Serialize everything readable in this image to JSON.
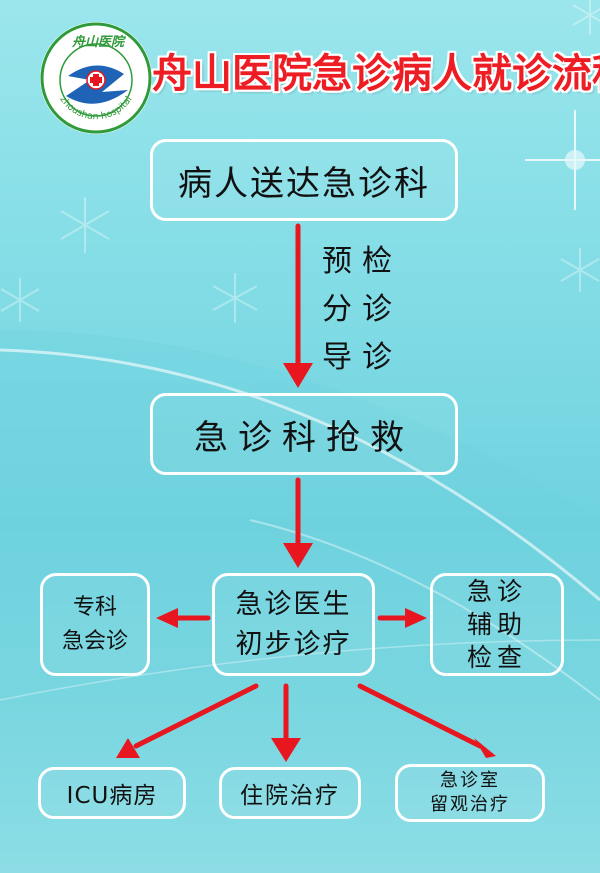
{
  "title": "舟山医院急诊病人就诊流程",
  "logo": {
    "top_text": "舟山医院",
    "ring_text": "zhoushan hospital",
    "icon": "hospital-cross-logo"
  },
  "flow": {
    "step1": "病人送达急诊科",
    "step1_notes": [
      "预检",
      "分诊",
      "导诊"
    ],
    "step2": "急诊科抢救",
    "step3_lines": [
      "急诊医生",
      "初步诊疗"
    ],
    "left_lines": [
      "专科",
      "急会诊"
    ],
    "right_lines": [
      "急诊",
      "辅助",
      "检查"
    ],
    "outcome_icu": "ICU病房",
    "outcome_inpatient": "住院治疗",
    "outcome_observe_lines": [
      "急诊室",
      "留观治疗"
    ]
  },
  "colors": {
    "arrow": "#e8161f",
    "title": "#ee1d24",
    "box_border": "#ffffff",
    "logo_blue": "#1e63b5",
    "logo_green": "#2f9a3a"
  }
}
